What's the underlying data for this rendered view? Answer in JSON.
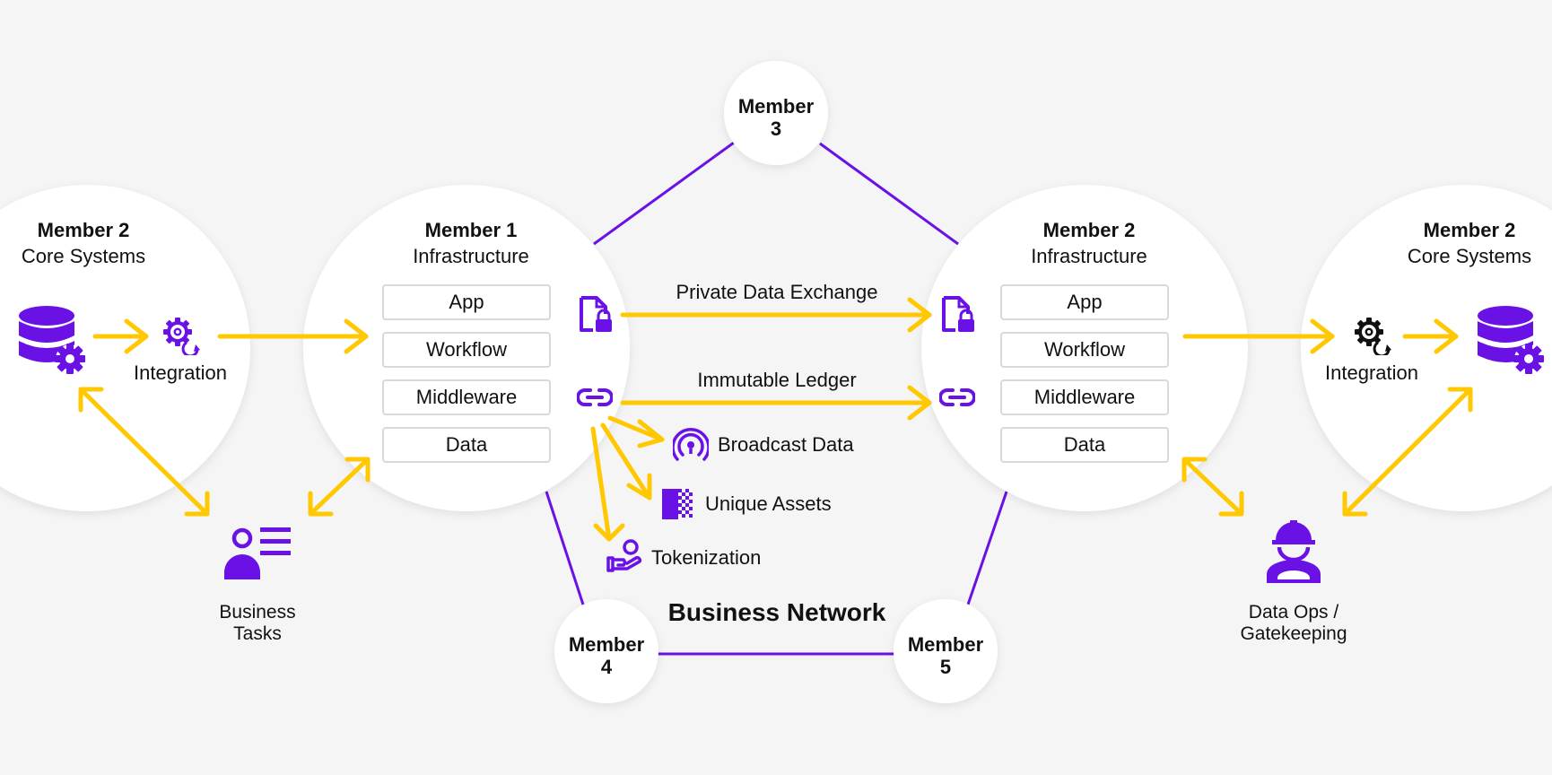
{
  "colors": {
    "background": "#f5f5f5",
    "circle_fill": "#ffffff",
    "purple": "#6a11e6",
    "yellow": "#ffc800",
    "text": "#111111",
    "box_border": "#d9d9d9"
  },
  "nodes": {
    "left_core": {
      "title": "Member 2",
      "subtitle": "Core Systems"
    },
    "member1": {
      "title": "Member 1",
      "subtitle": "Infrastructure"
    },
    "member2": {
      "title": "Member 2",
      "subtitle": "Infrastructure"
    },
    "right_core": {
      "title": "Member 2",
      "subtitle": "Core Systems"
    },
    "member3": {
      "line1": "Member",
      "line2": "3"
    },
    "member4": {
      "line1": "Member",
      "line2": "4"
    },
    "member5": {
      "line1": "Member",
      "line2": "5"
    }
  },
  "layers_member1": [
    "App",
    "Workflow",
    "Middleware",
    "Data"
  ],
  "layers_member2": [
    "App",
    "Workflow",
    "Middleware",
    "Data"
  ],
  "labels": {
    "integration_left": "Integration",
    "integration_right": "Integration",
    "private_data_exchange": "Private Data Exchange",
    "immutable_ledger": "Immutable Ledger",
    "broadcast_data": "Broadcast Data",
    "unique_assets": "Unique Assets",
    "tokenization": "Tokenization",
    "business_network": "Business Network",
    "business_tasks_1": "Business",
    "business_tasks_2": "Tasks",
    "data_ops_1": "Data Ops /",
    "data_ops_2": "Gatekeeping"
  },
  "icons": [
    "database-gear-icon",
    "gears-sync-icon",
    "document-lock-icon",
    "chain-link-icon",
    "broadcast-icon",
    "unique-asset-icon",
    "hand-person-icon",
    "person-list-icon",
    "hard-hat-worker-icon"
  ]
}
